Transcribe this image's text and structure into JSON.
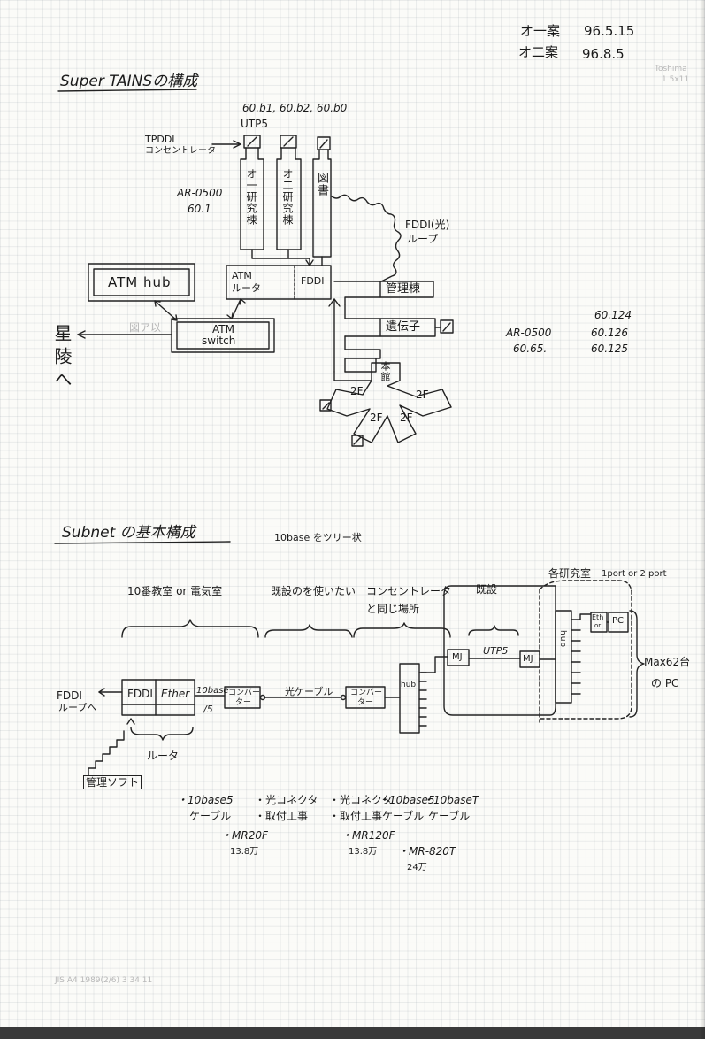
{
  "header": {
    "draft1_label": "オ一案",
    "draft1_date": "96.5.15",
    "draft2_label": "オ二案",
    "draft2_date": "96.8.5"
  },
  "watermark": [
    "Toshima",
    "1 5x11"
  ],
  "section1": {
    "title": "Super TAINSの構成",
    "addresses": "60.b1, 60.b2, 60.b0",
    "utp5": "UTP5",
    "tpddi_line1": "TPDDI",
    "tpddi_line2": "コンセントレータ",
    "ar0500_label": "AR-0500",
    "ar0500_addr": "60.1",
    "building1": "オ一研究棟",
    "building2": "オ二研究棟",
    "library": "図書",
    "fddi_loop_line1": "FDDI(光)",
    "fddi_loop_line2": "ループ",
    "atm_router_line1": "ATM",
    "atm_router_line2": "ルータ",
    "fddi_box": "FDDI",
    "atm_hub": "ATM hub",
    "atm_switch_line1": "ATM",
    "atm_switch_line2": "switch",
    "seiryo": "星陵へ",
    "admin_building": "管理棟",
    "iden": "遺伝子",
    "honkan": "本館",
    "floor_2f": "2F",
    "right_addr1": "60.124",
    "right_ar0500": "AR-0500",
    "right_addr2": "60.126",
    "right_addr3": "60.65.",
    "right_addr4": "60.125",
    "faint_text": "図ア以"
  },
  "section2": {
    "title": "Subnet の基本構成",
    "subtitle": "10base をツリー状",
    "classroom": "10番教室 or 電気室",
    "existing_use": "既設のを使いたい",
    "concentrator_line1": "コンセントレータ",
    "concentrator_line2": "と同じ場所",
    "existing": "既設",
    "lab": "各研究室",
    "port": "1port or 2 port",
    "fddi_loop_line1": "FDDI",
    "fddi_loop_line2": "ループへ",
    "fddi_cell": "FDDI",
    "ether_cell": "Ether",
    "tenbase_line1": "10base",
    "tenbase_line2": "/5",
    "converter1_line1": "コンバー",
    "converter1_line2": "ター",
    "optical_cable": "光ケーブル",
    "converter2_line1": "コンバー",
    "converter2_line2": "ター",
    "hub": "hub",
    "mj1": "MJ",
    "utp5": "UTP5",
    "mj2": "MJ",
    "lab_hub": "hub",
    "eth_card_line1": "Eth",
    "eth_card_line2": "or",
    "pc": "PC",
    "max_line1": "Max62台",
    "max_line2": "の PC",
    "router": "ルータ",
    "mgmt_soft": "管理ソフト",
    "parts": [
      {
        "name": "・10base5",
        "sub": "ケーブル"
      },
      {
        "name": "・光コネクタ",
        "sub": "・取付工事"
      },
      {
        "name": "・光コネクタ",
        "sub": "・取付工事"
      },
      {
        "name": "・10base5",
        "sub": "ケーブル"
      },
      {
        "name": "・10baseT",
        "sub": "ケーブル"
      }
    ],
    "models": [
      {
        "name": "・MR20F",
        "price": "13.8万"
      },
      {
        "name": "・MR120F",
        "price": "13.8万"
      },
      {
        "name": "・MR-820T",
        "price": "24万"
      }
    ]
  },
  "footer_faint": "JIS  A4  1989(2/6)  3 34 11"
}
